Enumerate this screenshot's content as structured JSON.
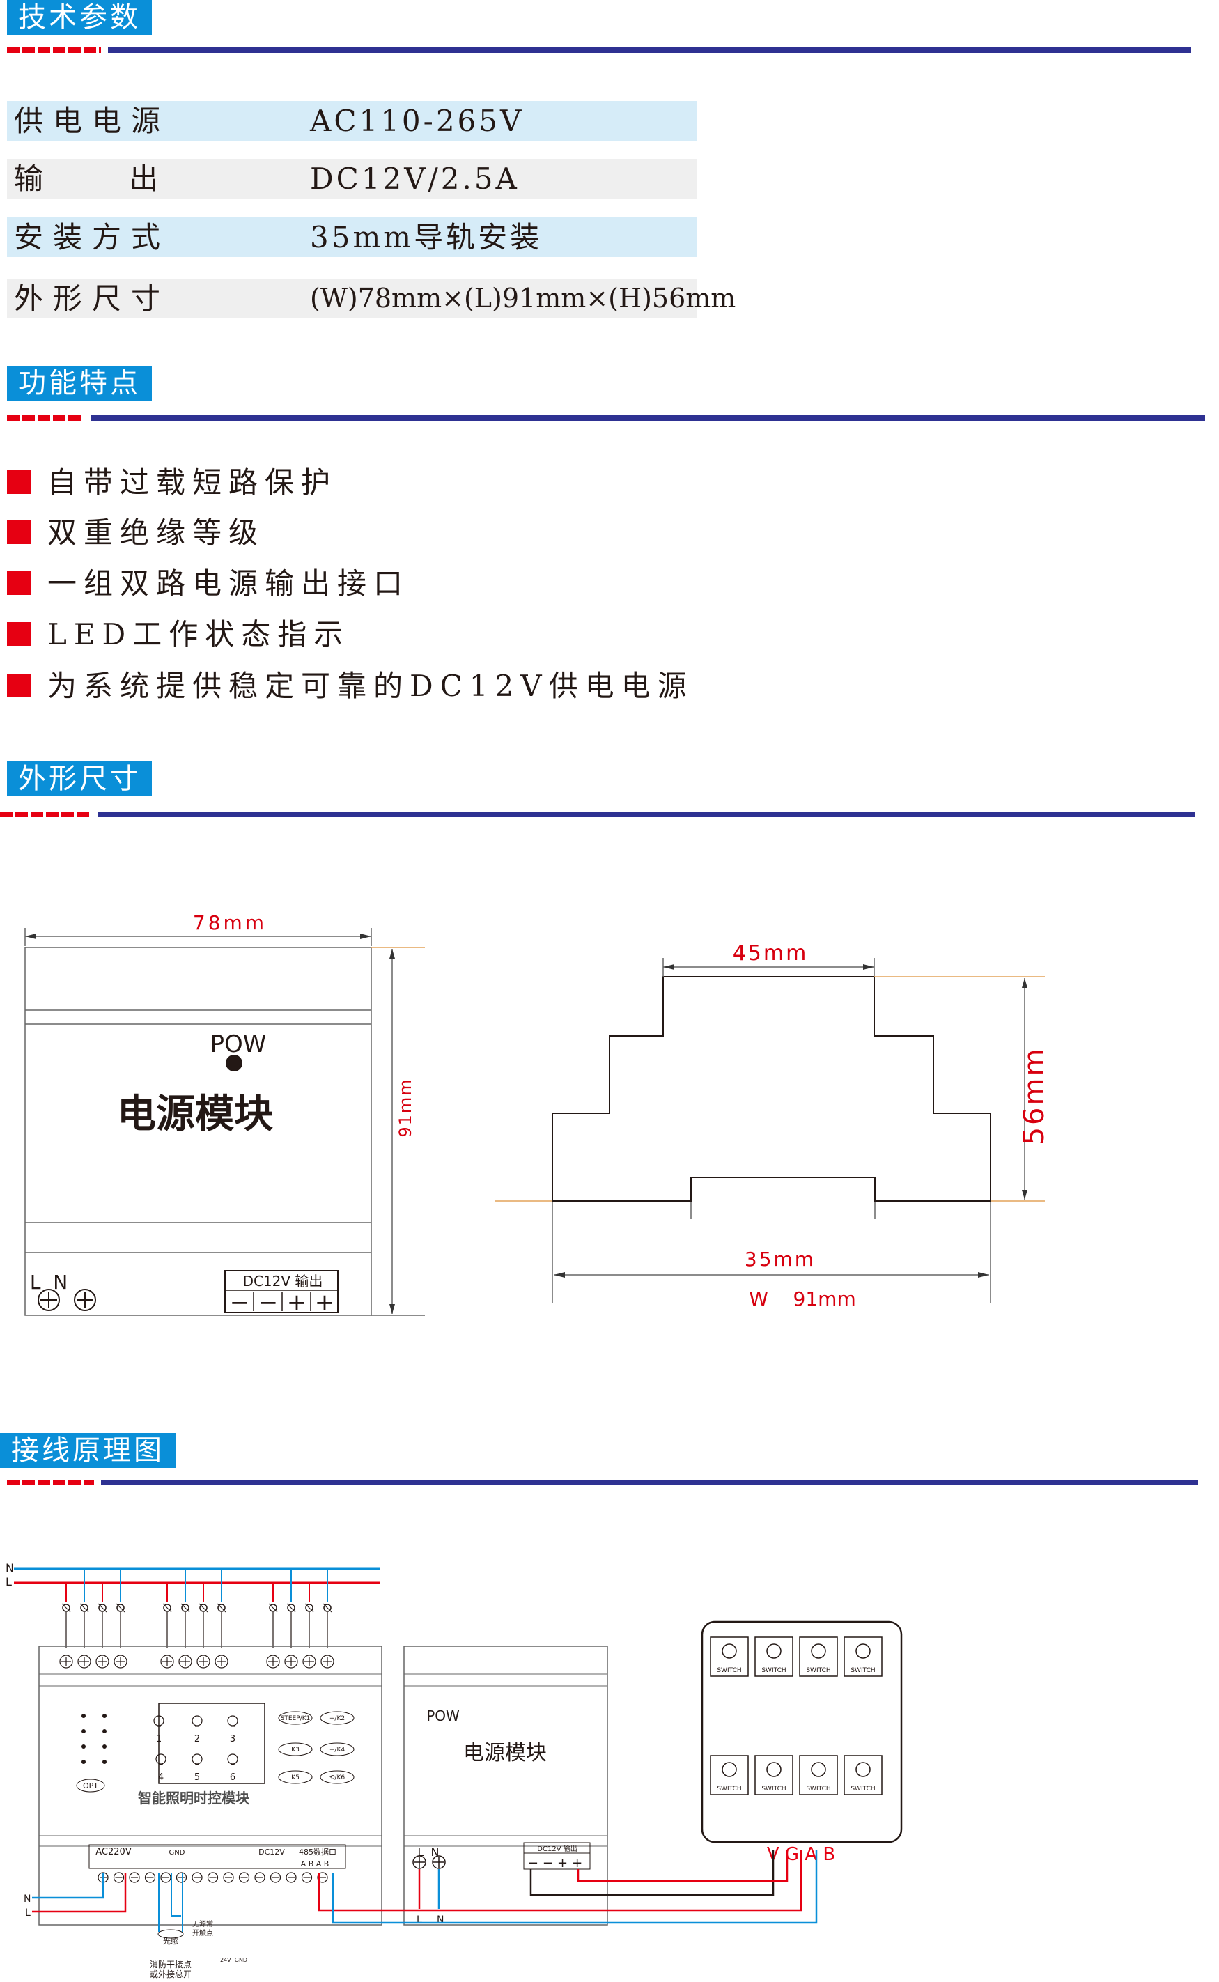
{
  "sections": {
    "specs_title": "技术参数",
    "features_title": "功能特点",
    "dimensions_title": "外形尺寸",
    "wiring_title": "接线原理图"
  },
  "specs": [
    {
      "label": "供电电源",
      "value": "AC110-265V"
    },
    {
      "label": "输    出",
      "value": "DC12V/2.5A"
    },
    {
      "label": "安装方式",
      "value": "35mm导轨安装"
    },
    {
      "label": "外形尺寸",
      "value": "(W)78mm×(L)91mm×(H)56mm"
    }
  ],
  "features": [
    "自带过载短路保护",
    "双重绝缘等级",
    "一组双路电源输出接口",
    "LED工作状态指示",
    "为系统提供稳定可靠的DC12V供电电源"
  ],
  "front_view": {
    "width_label": "78mm",
    "height_label": "91mm",
    "pow_label": "POW",
    "module_name": "电源模块",
    "ln_label": "L  N",
    "output_label": "DC12V 输出",
    "terminal_symbols": [
      "−",
      "−",
      "+",
      "+"
    ]
  },
  "side_view": {
    "top_width_label": "45mm",
    "height_label": "56mm",
    "rail_label": "35mm",
    "bottom_label": "W    91mm"
  },
  "wiring": {
    "n_label": "N",
    "l_label": "L",
    "lighting_module_name": "智能照明时控模块",
    "power_module_name": "电源模块",
    "pow_label": "POW",
    "opt_label": "OPT",
    "ac_label": "AC220V",
    "ln_label": "L  N",
    "dc_output_label": "DC12V 输出",
    "dc12v_label": "DC12V",
    "data_port_label": "485数据口",
    "gnd_label": "GND",
    "abab_label": "A B A B",
    "channel_numbers": [
      "1",
      "2",
      "3",
      "4",
      "5",
      "6"
    ],
    "button_labels": [
      "STEEP/K1",
      "+/K2",
      "K3",
      "−/K4",
      "K5",
      "⟲/K6"
    ],
    "switch_label": "SWITCH",
    "vgab_label": "V G A B",
    "light_sensor_label": "光感",
    "fire_label": "消防干接点\n或外接总开",
    "no_contact_label": "无源常\n开触点",
    "v24_label": "24V  GND",
    "bottom_l": "L",
    "bottom_n": "N"
  }
}
